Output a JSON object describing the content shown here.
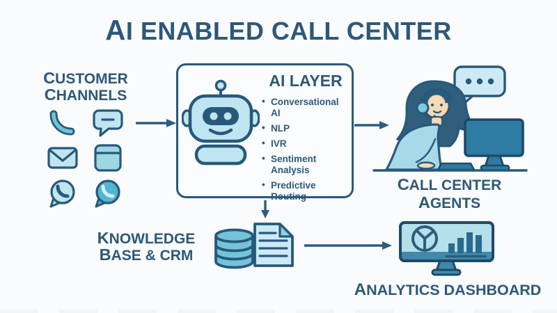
{
  "title": "AI ENABLED CALL CENTER",
  "customer_channels": {
    "label_line1": "CUSTOMER",
    "label_line2": "CHANNELS",
    "icons": [
      "phone-call",
      "chat-message",
      "email",
      "web-form",
      "whatsapp",
      "whatsapp-voice"
    ]
  },
  "ai_layer": {
    "title": "AI LAYER",
    "items": [
      "Conversational AI",
      "NLP",
      "IVR",
      "Sentiment Analysis",
      "Predictive Routing"
    ]
  },
  "call_center_agents": {
    "label_line1": "CALL CENTER",
    "label_line2": "AGENTS"
  },
  "knowledge_base_crm": {
    "label_line1": "KNOWLEDGE",
    "label_line2": "BASE & CRM"
  },
  "analytics_dashboard": {
    "label": "ANALYTICS DASHBOARD"
  },
  "colors": {
    "background": "#fafbfc",
    "outline_dark": "#27597b",
    "text_dark": "#2d5878",
    "fill_light": "#c0e4f0",
    "fill_medium": "#6fc3d8",
    "fill_deep": "#52b6d0",
    "monitor_teal": "#2e7ba3",
    "hair": "#315e7d",
    "skin": "#f6d9b5"
  }
}
